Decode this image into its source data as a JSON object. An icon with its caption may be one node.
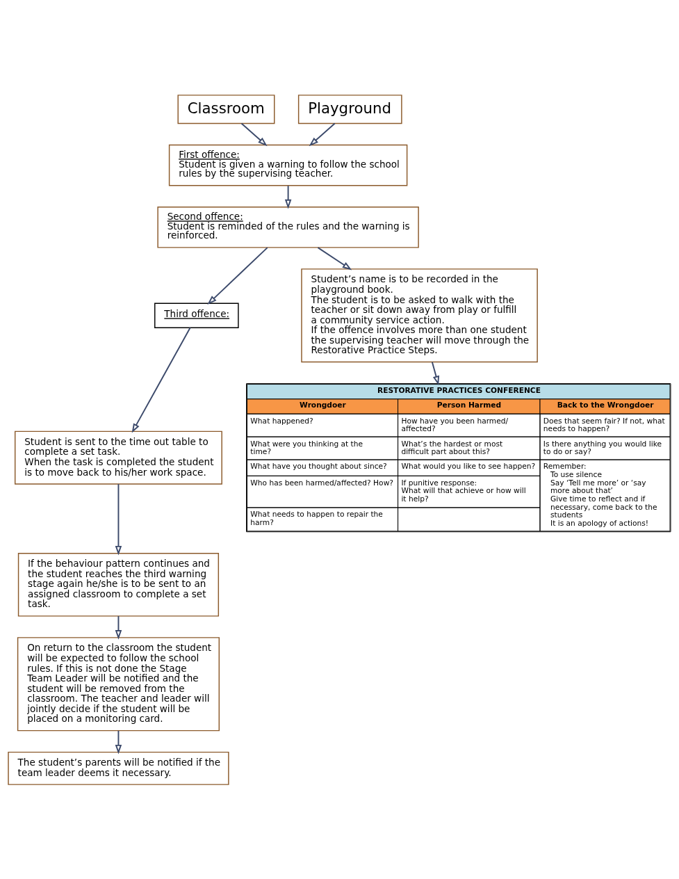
{
  "diagram": {
    "nodes": [
      {
        "text": [
          "Classroom"
        ]
      },
      {
        "text": [
          "Playground"
        ]
      },
      {
        "text": [
          "First offence:",
          "Student is given a warning to follow the school rules by the supervising teacher."
        ]
      },
      {
        "text": [
          "Second offence:",
          "Student is reminded of the rules and the warning is reinforced."
        ]
      },
      {
        "text": [
          "Third offence:"
        ]
      },
      {
        "text": [
          "Student is sent to the time out table to complete a set task.",
          "When the task is completed the student is to move back to his/her work space."
        ]
      },
      {
        "text": [
          "If the behaviour pattern continues and the student reaches the third warning stage again he/she is to be sent to an assigned classroom to complete a set task."
        ]
      },
      {
        "text": [
          "On return to the classroom the student will be expected to follow the school rules. If this is not done the Stage Team Leader will be notified and the student will be removed from the classroom. The teacher and leader will jointly decide if the student will be placed on a monitoring card."
        ]
      },
      {
        "text": [
          "Student’s name is to be recorded in the playground book.",
          "The student is to be asked to walk with the teacher or sit down away from play or fulfill a community service action.",
          "If the offence involves more than one student the supervising teacher will move through the Restorative Practice Steps."
        ]
      },
      {
        "text": [
          "RESTORATIVE PRACTICES CONFERENCE",
          "Wrongdoer",
          "Person Harmed",
          "Back to the Wrongdoer",
          "What happened?",
          "How have you been harmed/ affected?",
          "Does that seem fair? If not, what needs to happen?",
          "What were you thinking at the time?",
          "What’s the hardest or most difficult part about this?",
          "Is there anything you would like to do or say?",
          "What have you thought about since?",
          "What would you like to see happen?",
          "Remember:",
          "To use silence",
          "Say ‘Tell me more’ or ‘say more about that’",
          "Give time to reflect and if necessary, come back to the students",
          "It is an apology of actions!",
          "Who has been harmed/affected? How?",
          "If punitive response:",
          "What will that achieve or how will it help?",
          "What needs to happen to repair the harm?"
        ]
      },
      {
        "text": [
          "The student’s parents will be notified if the team leader deems it necessary."
        ]
      }
    ],
    "edges": [
      {
        "from": 0,
        "to": 2,
        "arrow": "to"
      },
      {
        "from": 1,
        "to": 2,
        "arrow": "to"
      },
      {
        "from": 2,
        "to": 3,
        "arrow": "to"
      },
      {
        "from": 3,
        "to": 4,
        "arrow": "to"
      },
      {
        "from": 3,
        "to": 8,
        "arrow": "to"
      },
      {
        "from": 4,
        "to": 5,
        "arrow": "to"
      },
      {
        "from": 5,
        "to": 6,
        "arrow": "to"
      },
      {
        "from": 6,
        "to": 7,
        "arrow": "to"
      },
      {
        "from": 8,
        "to": 9,
        "arrow": "to"
      },
      {
        "from": 7,
        "to": 10,
        "arrow": "to"
      }
    ]
  }
}
